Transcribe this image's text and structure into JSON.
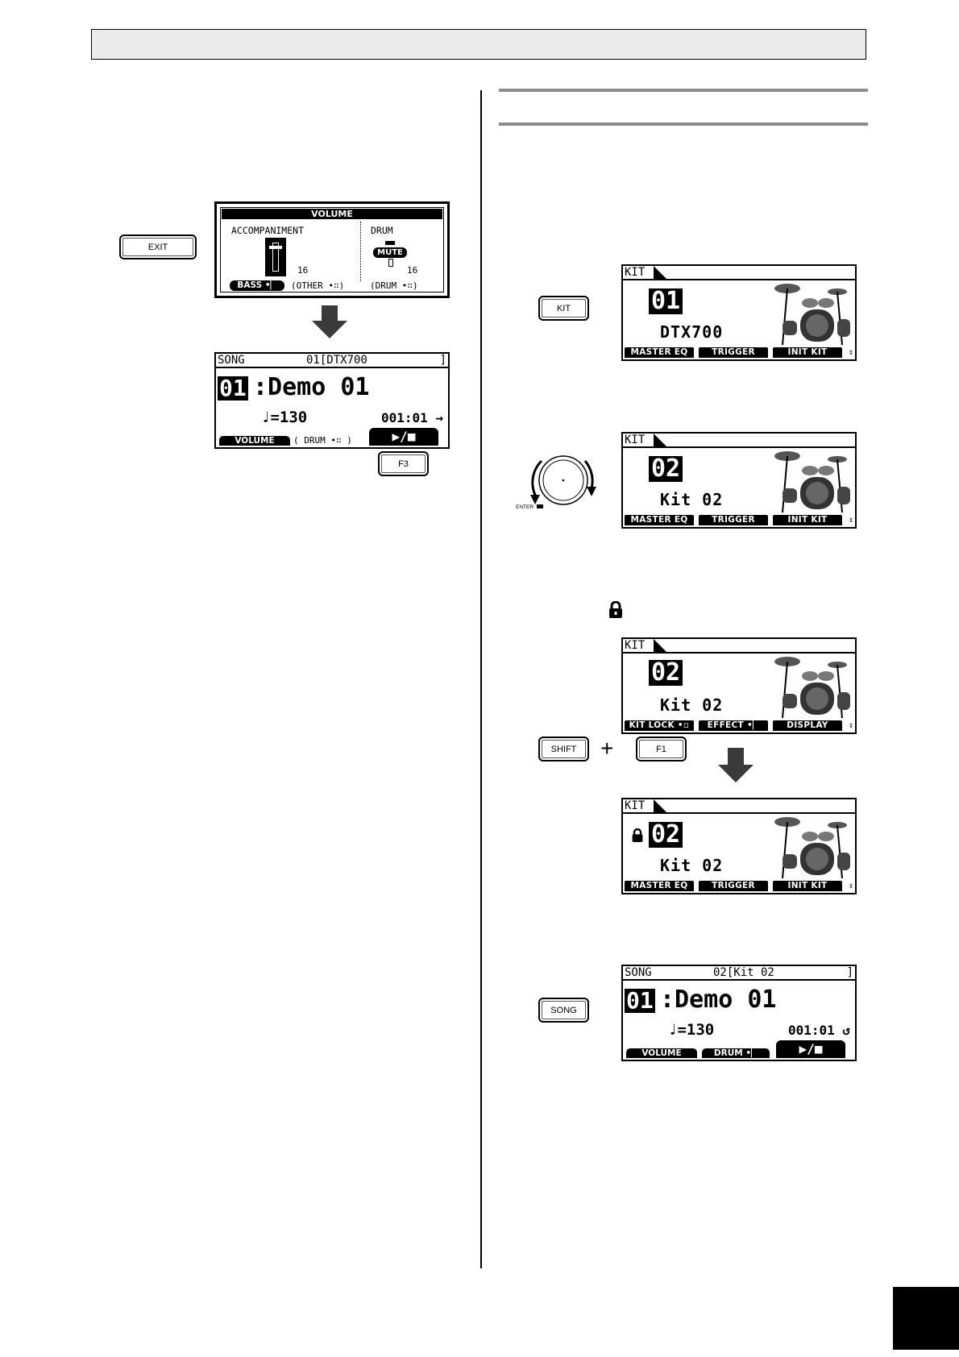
{
  "buttons": {
    "exit": "EXIT",
    "f3": "F3",
    "kit": "KIT",
    "shift": "SHIFT",
    "plus": "+",
    "f1": "F1",
    "song": "SONG"
  },
  "dial": {
    "enter_label": "ENTER"
  },
  "volume_screen": {
    "title": "VOLUME",
    "left_label": "ACCOMPANIMENT",
    "left_value": "16",
    "right_label": "DRUM",
    "mute": "MUTE",
    "right_value": "16",
    "f1": "BASS •▏",
    "f2": "(OTHER •∷)",
    "f3": "(DRUM •∷)"
  },
  "song_screen_1": {
    "tag": "SONG",
    "header_info": "01[DTX700",
    "header_end": "]",
    "song_no": "01",
    "song_name": ":Demo 01",
    "tempo": "♩=130",
    "position": "001:01 →",
    "f1": "VOLUME",
    "f2": "( DRUM •∷ )",
    "f3": "▶/■"
  },
  "kit_screen_1": {
    "tag": "KIT",
    "kit_no": "01",
    "kit_name": "DTX700",
    "f1": "MASTER EQ",
    "f2": "TRIGGER",
    "f3": "INIT KIT"
  },
  "kit_screen_2": {
    "tag": "KIT",
    "kit_no": "02",
    "kit_name": "Kit 02",
    "f1": "MASTER EQ",
    "f2": "TRIGGER",
    "f3": "INIT KIT"
  },
  "kit_screen_3": {
    "tag": "KIT",
    "kit_no": "02",
    "kit_name": "Kit 02",
    "f1": "KIT LOCK •▫",
    "f2": "EFFECT •▏",
    "f3": "DISPLAY"
  },
  "kit_screen_4": {
    "tag": "KIT",
    "kit_no": "02",
    "kit_name": "Kit 02",
    "f1": "MASTER EQ",
    "f2": "TRIGGER",
    "f3": "INIT KIT"
  },
  "song_screen_2": {
    "tag": "SONG",
    "header_info": "02[Kit 02",
    "header_end": "]",
    "song_no": "01",
    "song_name": ":Demo 01",
    "tempo": "♩=130",
    "position": "001:01 ↺",
    "f1": "VOLUME",
    "f2": "DRUM •▏",
    "f3": "▶/■"
  },
  "colors": {
    "rule_gray": "#8c8c8c",
    "header_box": "#ebebeb"
  },
  "icons": [
    "lock-icon",
    "drum-kit-icon",
    "down-arrow-icon",
    "data-dial-icon"
  ]
}
